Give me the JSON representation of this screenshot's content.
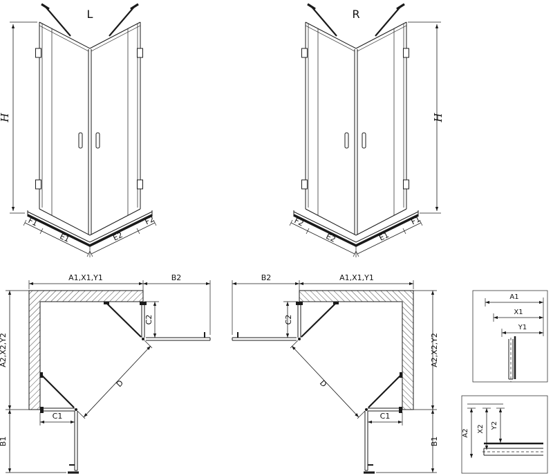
{
  "colors": {
    "line": "#1a1a1a",
    "background": "#ffffff"
  },
  "front_left": {
    "variant": "L",
    "height_label": "H",
    "segments": [
      "F1",
      "E1",
      "E2",
      "F2"
    ]
  },
  "front_right": {
    "variant": "R",
    "height_label": "H",
    "segments": [
      "F2",
      "E2",
      "E1",
      "F1"
    ]
  },
  "plan_left": {
    "a1": "A1,X1,Y1",
    "b2": "B2",
    "c2": "C2",
    "a2": "A2,X2,Y2",
    "c1": "C1",
    "d": "D",
    "b1": "B1"
  },
  "plan_right": {
    "a1": "A1,X1,Y1",
    "b2": "B2",
    "c2": "C2",
    "a2": "A2,X2,Y2",
    "c1": "C1",
    "d": "D",
    "b1": "B1"
  },
  "detail_top": {
    "dims": [
      "A1",
      "X1",
      "Y1"
    ]
  },
  "detail_bottom": {
    "dims": [
      "A2",
      "X2",
      "Y2"
    ]
  }
}
